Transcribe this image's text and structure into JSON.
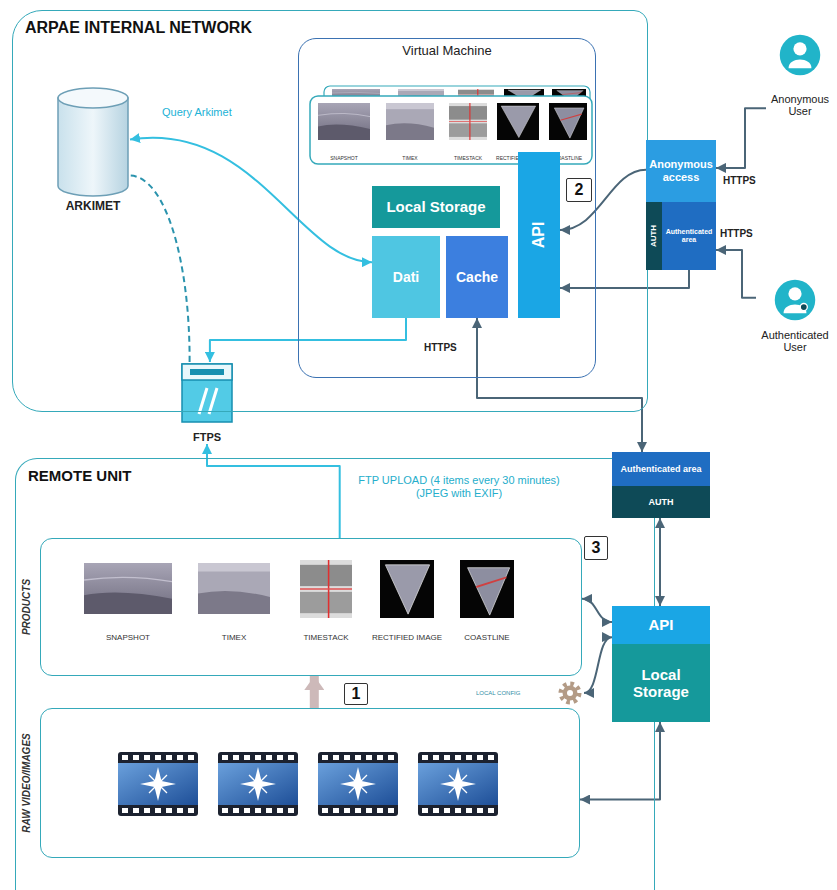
{
  "diagram": {
    "nodes": [
      {
        "text": [
          "ARPAE INTERNAL NETWORK"
        ]
      },
      {
        "text": [
          "Virtual Machine"
        ],
        "in": 0
      },
      {
        "text": [
          "SNAPSHOT"
        ],
        "in": 1
      },
      {
        "text": [
          "TIMEX"
        ],
        "in": 1
      },
      {
        "text": [
          "TIMESTACK"
        ],
        "in": 1
      },
      {
        "text": [
          "RECTIFIED IMAGE"
        ],
        "in": 1
      },
      {
        "text": [
          "COASTLINE"
        ],
        "in": 1
      },
      {
        "text": [
          "Local Storage"
        ],
        "in": 1
      },
      {
        "text": [
          "Dati"
        ],
        "in": 1
      },
      {
        "text": [
          "Cache"
        ],
        "in": 1
      },
      {
        "text": [
          "API"
        ],
        "in": 1
      },
      {
        "text": [
          "ARKIMET"
        ],
        "in": 0
      },
      {
        "text": [
          "FTPS"
        ]
      },
      {
        "text": [
          "Anonymous User"
        ]
      },
      {
        "text": [
          "Authenticated User"
        ]
      },
      {
        "text": [
          "Anonymous access"
        ]
      },
      {
        "text": [
          "Authenticated area"
        ]
      },
      {
        "text": [
          "AUTH"
        ]
      },
      {
        "text": [
          "REMOTE UNIT"
        ]
      },
      {
        "text": [
          "PRODUCTS"
        ],
        "in": 18
      },
      {
        "text": [
          "SNAPSHOT"
        ],
        "in": 19
      },
      {
        "text": [
          "TIMEX"
        ],
        "in": 19
      },
      {
        "text": [
          "TIMESTACK"
        ],
        "in": 19
      },
      {
        "text": [
          "RECTIFIED IMAGE"
        ],
        "in": 19
      },
      {
        "text": [
          "COASTLINE"
        ],
        "in": 19
      },
      {
        "text": [
          "RAW VIDEO/IMAGES"
        ],
        "in": 18
      },
      {
        "text": [
          "Authenticated area"
        ]
      },
      {
        "text": [
          "AUTH"
        ]
      },
      {
        "text": [
          "API"
        ]
      },
      {
        "text": [
          "Local Storage"
        ]
      },
      {
        "text": [
          "LOCAL CONFIG"
        ],
        "in": 18
      }
    ],
    "edges": [
      {
        "from": 11,
        "to": 8,
        "arrow": "both",
        "label": "Query Arkimet"
      },
      {
        "from": 12,
        "to": 11,
        "arrow": "none"
      },
      {
        "from": 8,
        "to": 12,
        "arrow": "to"
      },
      {
        "from": 13,
        "to": 15,
        "arrow": "to",
        "label": "HTTPS"
      },
      {
        "from": 14,
        "to": 16,
        "arrow": "to",
        "label": "HTTPS"
      },
      {
        "from": 15,
        "to": 10,
        "arrow": "to"
      },
      {
        "from": 16,
        "to": 10,
        "arrow": "to"
      },
      {
        "from": 9,
        "to": 26,
        "arrow": "both",
        "label": "HTTPS"
      },
      {
        "from": 19,
        "to": 12,
        "arrow": "to",
        "label": "FTP UPLOAD (4 items every 30 minutes) (JPEG with EXIF)"
      },
      {
        "from": 25,
        "to": 19,
        "arrow": "to"
      },
      {
        "from": 27,
        "to": 28,
        "arrow": "both"
      },
      {
        "from": 19,
        "to": 28,
        "arrow": "both"
      },
      {
        "from": 30,
        "to": 28,
        "arrow": "both"
      },
      {
        "from": 25,
        "to": 29,
        "arrow": "both"
      }
    ],
    "labels": [
      "2",
      "3",
      "1"
    ]
  }
}
